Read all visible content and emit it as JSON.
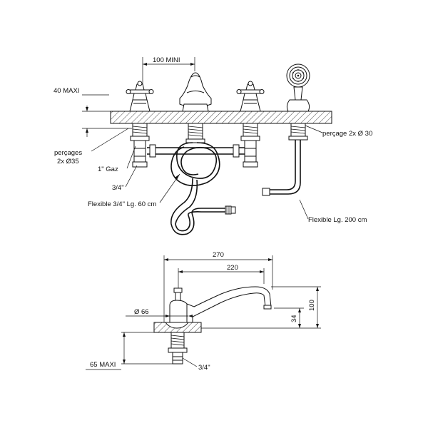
{
  "top_view": {
    "dim_spacing": "100 MINI",
    "dim_deck_thickness": "40 MAXI",
    "label_holes": "perçages",
    "label_holes_count": "2x Ø35",
    "label_gas": "1\" Gaz",
    "label_inlet": "3/4\"",
    "label_flex_hose": "Flexible 3/4\" Lg. 60 cm",
    "label_shower_hole": "perçage 2x Ø 30",
    "label_shower_hose": "Flexible Lg. 200 cm"
  },
  "side_view": {
    "dim_total_length": "270",
    "dim_spout_reach": "220",
    "dim_height": "100",
    "dim_spout_height": "34",
    "dim_base_diameter": "Ø 66",
    "dim_under_deck": "65 MAXI",
    "label_inlet": "3/4\""
  }
}
